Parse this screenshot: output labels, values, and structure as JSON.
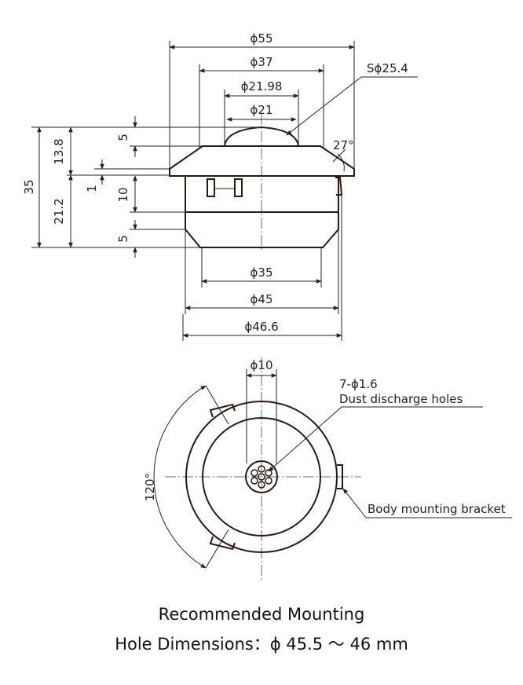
{
  "labels": {
    "d55": "ϕ55",
    "d37": "ϕ37",
    "d21_98": "ϕ21.98",
    "d21": "ϕ21",
    "s25_4": "Sϕ25.4",
    "a27": "27°",
    "h5_top": "5",
    "h13_8": "13.8",
    "h35": "35",
    "h1": "1",
    "h10": "10",
    "h21_2": "21.2",
    "h5_bot": "5",
    "d35": "ϕ35",
    "d45": "ϕ45",
    "d46_6": "ϕ46.6",
    "d10": "ϕ10",
    "holes_count": "7-ϕ1.6",
    "holes_desc": "Dust discharge holes",
    "a120": "120°",
    "bracket": "Body mounting bracket"
  },
  "caption": {
    "line1": "Recommended Mounting",
    "line2": "Hole Dimensions：ϕ 45.5 〜 46 mm"
  }
}
